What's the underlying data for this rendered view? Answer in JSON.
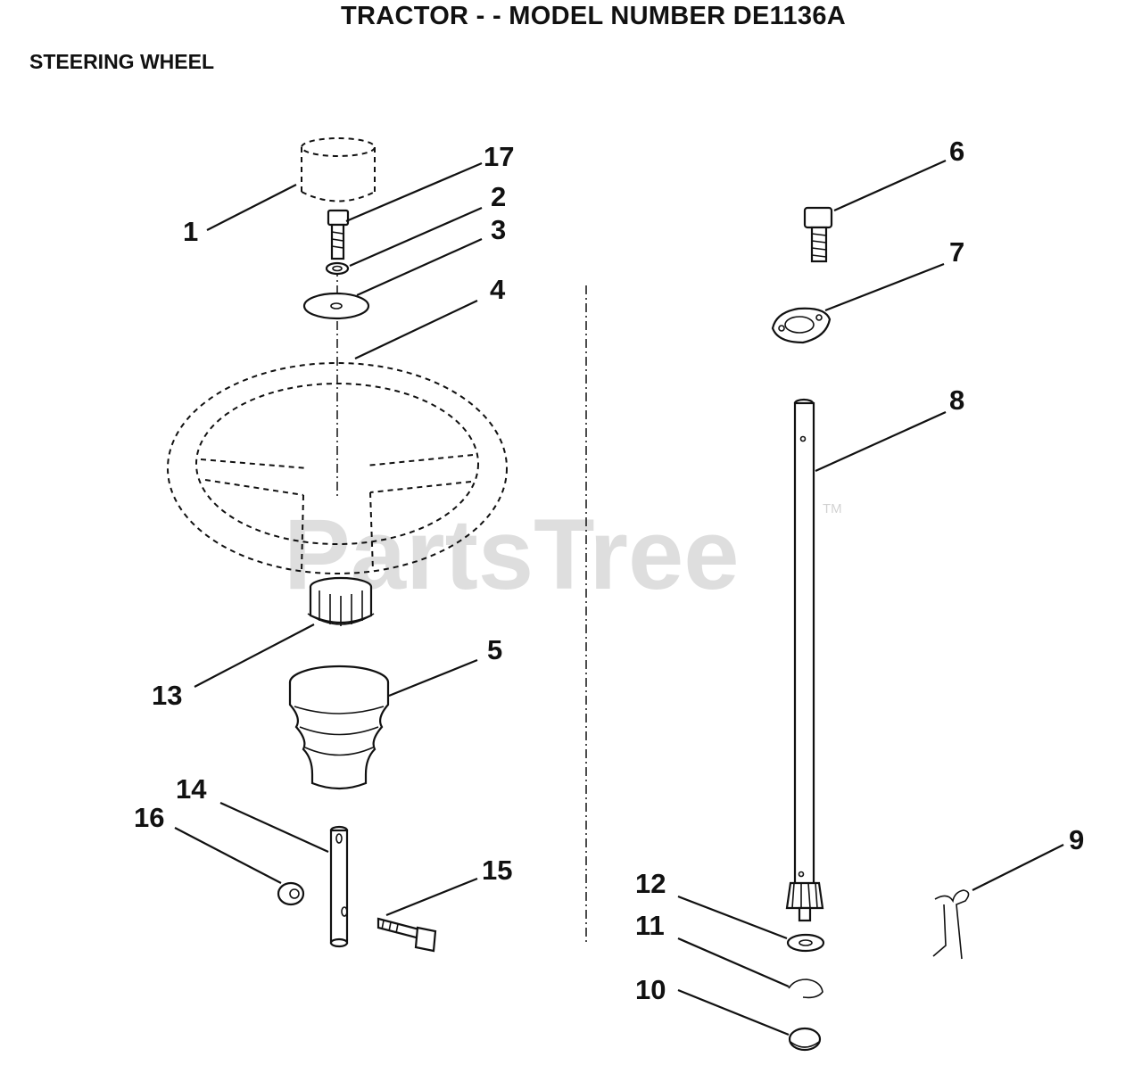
{
  "header": {
    "title": "TRACTOR - - MODEL NUMBER DE1136A",
    "subtitle": "STEERING WHEEL"
  },
  "watermark": {
    "text": "PartsTree",
    "trademark": "TM"
  },
  "callouts": {
    "c1": "1",
    "c2": "2",
    "c3": "3",
    "c4": "4",
    "c5": "5",
    "c6": "6",
    "c7": "7",
    "c8": "8",
    "c9": "9",
    "c10": "10",
    "c11": "11",
    "c12": "12",
    "c13": "13",
    "c14": "14",
    "c15": "15",
    "c16": "16",
    "c17": "17"
  }
}
